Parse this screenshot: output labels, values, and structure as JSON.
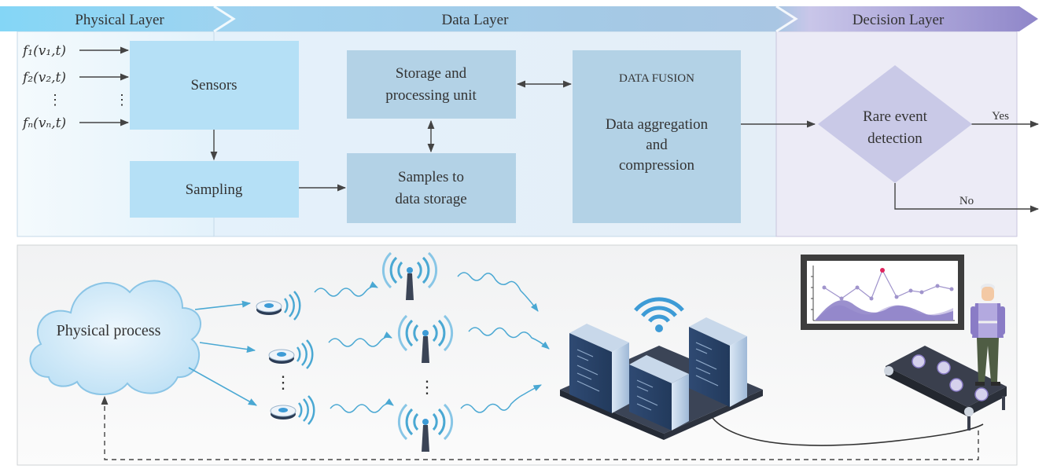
{
  "layers": {
    "physical": "Physical Layer",
    "data": "Data Layer",
    "decision": "Decision Layer"
  },
  "inputs": {
    "f1": "f₁(v₁,t)",
    "f2": "f₂(v₂,t)",
    "ellipsis": "⋮",
    "fn": "fₙ(vₙ,t)"
  },
  "blocks": {
    "sensors": "Sensors",
    "sampling": "Sampling",
    "storage_line1": "Storage and",
    "storage_line2": "processing unit",
    "samples_line1": "Samples to",
    "samples_line2": "data storage",
    "fusion_title": "DATA FUSION",
    "fusion_line1": "Data aggregation",
    "fusion_line2": "and",
    "fusion_line3": "compression"
  },
  "decision": {
    "line1": "Rare event",
    "line2": "detection",
    "yes": "Yes",
    "no": "No"
  },
  "illustration": {
    "cloud_label": "Physical process",
    "ellipsis": "⋮"
  },
  "colors": {
    "physical_band": "#7fd3f5",
    "data_band": "#9ec6e4",
    "decision_band": "#a79fd2",
    "sensor_box": "#b7e1f6",
    "data_box": "#b5d3e6",
    "diamond": "#c8c8e6",
    "alert_dot": "#e0245e"
  }
}
